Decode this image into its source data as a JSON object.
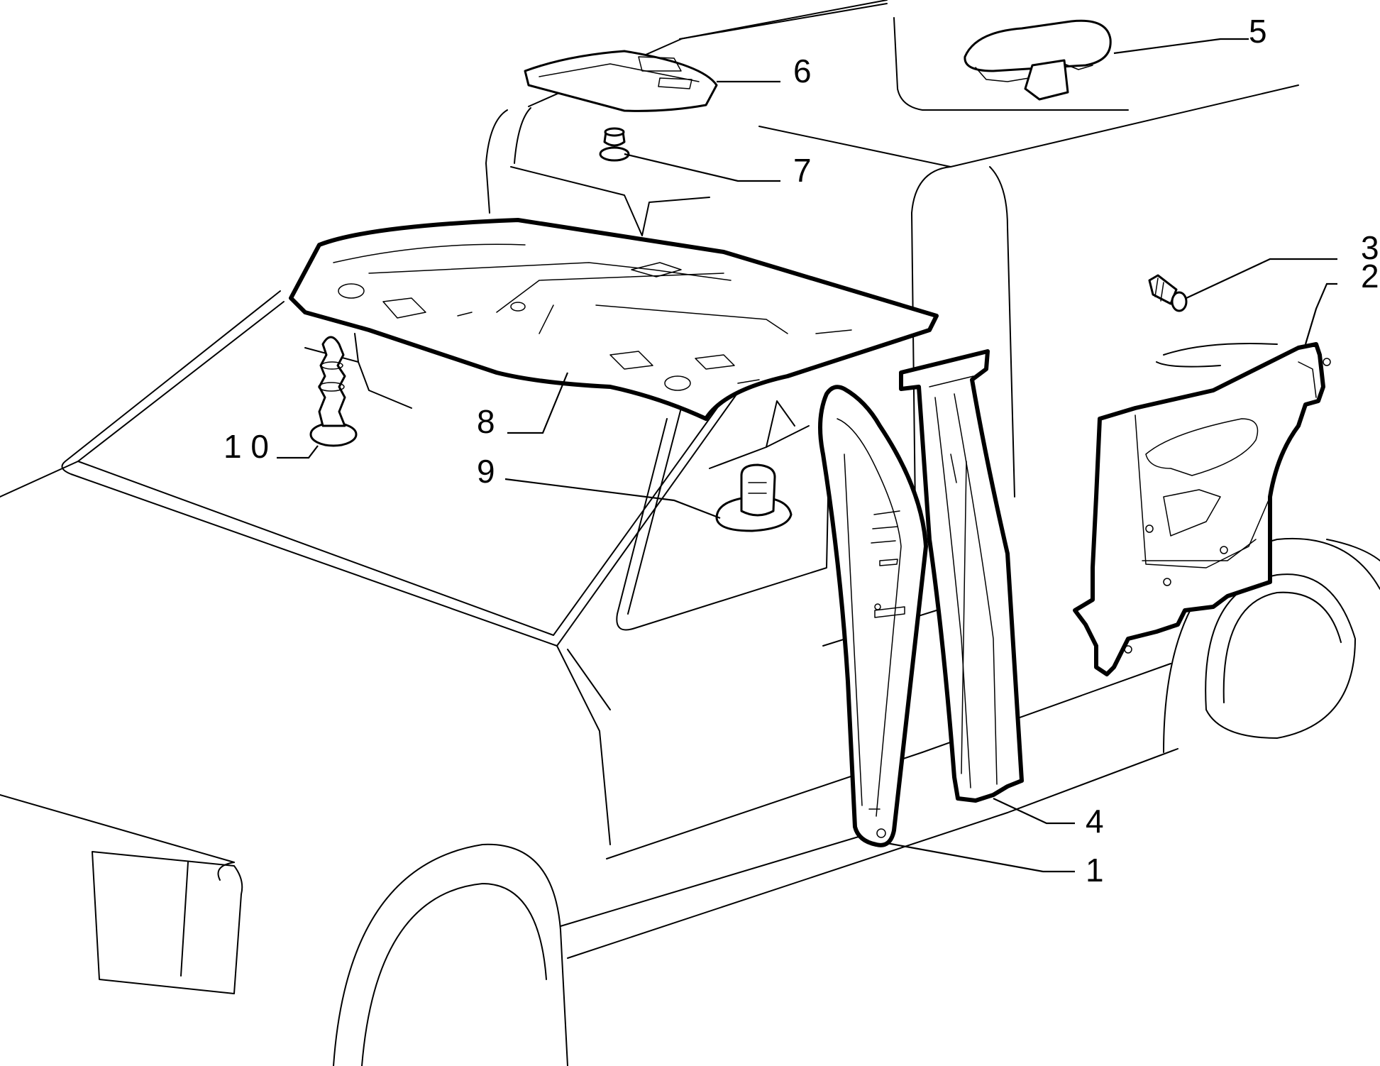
{
  "callouts": [
    {
      "id": "1",
      "text": "1"
    },
    {
      "id": "2",
      "text": "2"
    },
    {
      "id": "3",
      "text": "3"
    },
    {
      "id": "4",
      "text": "4"
    },
    {
      "id": "5",
      "text": "5"
    },
    {
      "id": "6",
      "text": "6"
    },
    {
      "id": "7",
      "text": "7"
    },
    {
      "id": "8",
      "text": "8"
    },
    {
      "id": "9",
      "text": "9"
    },
    {
      "id": "10",
      "text": "1 0"
    }
  ]
}
